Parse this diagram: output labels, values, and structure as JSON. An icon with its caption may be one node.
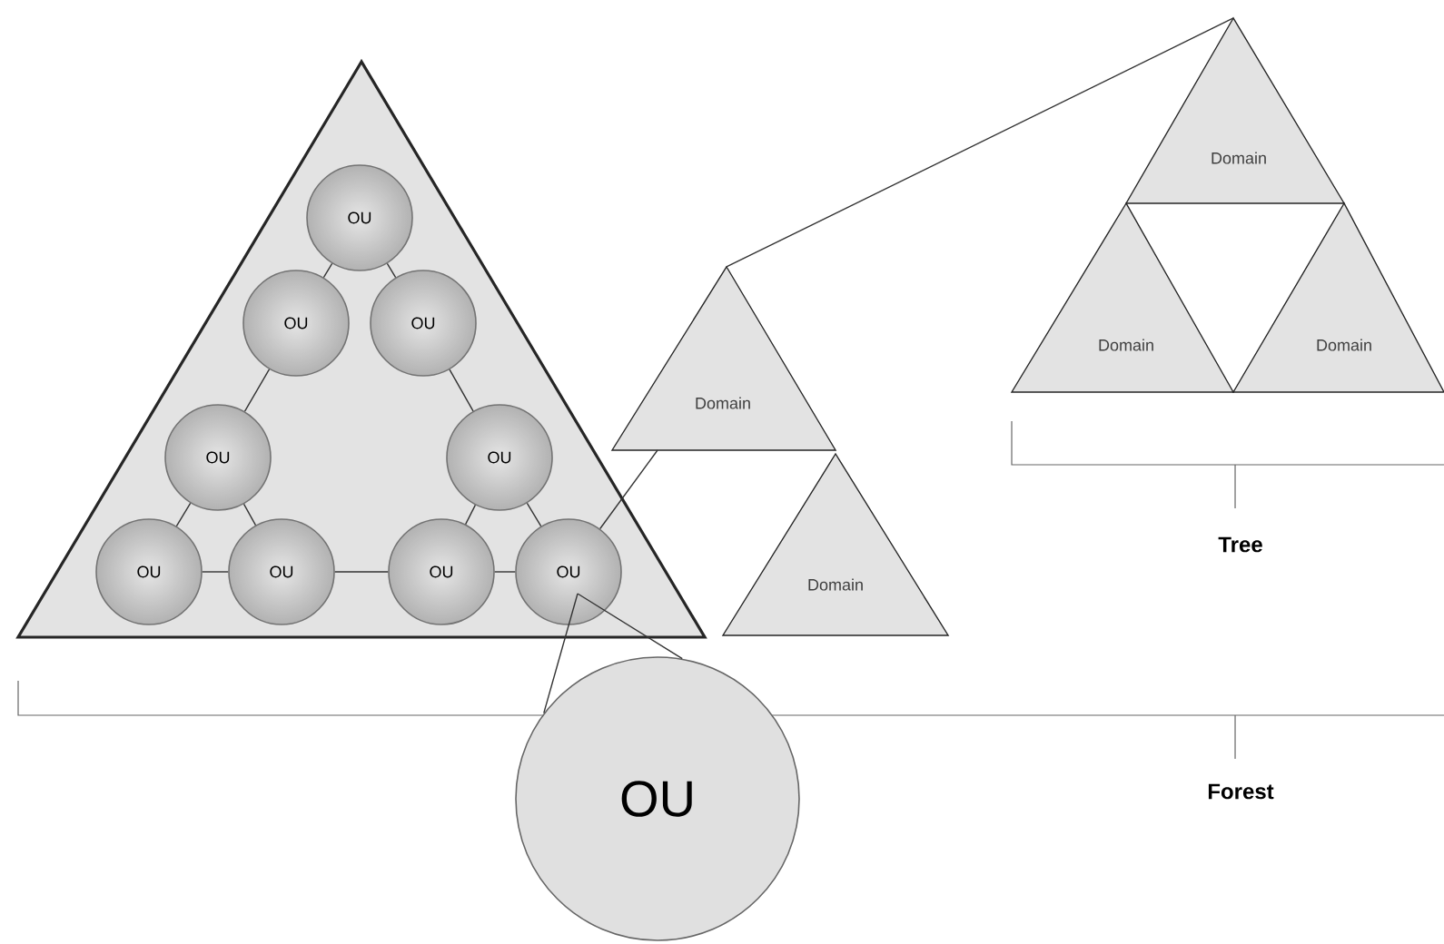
{
  "diagram": {
    "nodes": [
      {
        "text": [],
        "shape": "triangle"
      },
      {
        "text": [
          "OU"
        ],
        "in": 0
      },
      {
        "text": [
          "OU"
        ],
        "in": 0
      },
      {
        "text": [
          "OU"
        ],
        "in": 0
      },
      {
        "text": [
          "OU"
        ],
        "in": 0
      },
      {
        "text": [
          "OU"
        ],
        "in": 0
      },
      {
        "text": [
          "OU"
        ],
        "in": 0
      },
      {
        "text": [
          "OU"
        ],
        "in": 0
      },
      {
        "text": [
          "OU"
        ],
        "in": 0
      },
      {
        "text": [
          "OU"
        ],
        "in": 0
      },
      {
        "text": [
          "Domain"
        ]
      },
      {
        "text": [
          "Domain"
        ]
      },
      {
        "text": [
          "Domain"
        ]
      },
      {
        "text": [
          "Domain"
        ]
      },
      {
        "text": [
          "Domain"
        ]
      },
      {
        "text": [
          "OU"
        ]
      }
    ],
    "edges": [
      {
        "from": 1,
        "to": 2,
        "arrow": "none"
      },
      {
        "from": 1,
        "to": 3,
        "arrow": "none"
      },
      {
        "from": 2,
        "to": 4,
        "arrow": "none"
      },
      {
        "from": 3,
        "to": 5,
        "arrow": "none"
      },
      {
        "from": 4,
        "to": 6,
        "arrow": "none"
      },
      {
        "from": 4,
        "to": 7,
        "arrow": "none"
      },
      {
        "from": 5,
        "to": 8,
        "arrow": "none"
      },
      {
        "from": 5,
        "to": 9,
        "arrow": "none"
      },
      {
        "from": 6,
        "to": 7,
        "arrow": "none"
      },
      {
        "from": 7,
        "to": 8,
        "arrow": "none"
      },
      {
        "from": 8,
        "to": 9,
        "arrow": "none"
      },
      {
        "from": 9,
        "to": 10,
        "arrow": "none"
      },
      {
        "from": 10,
        "to": 12,
        "arrow": "none"
      },
      {
        "from": 9,
        "to": 15,
        "arrow": "none"
      },
      {
        "from": 9,
        "to": 15,
        "arrow": "none"
      }
    ],
    "labels": [
      "Tree",
      "Forest"
    ]
  }
}
